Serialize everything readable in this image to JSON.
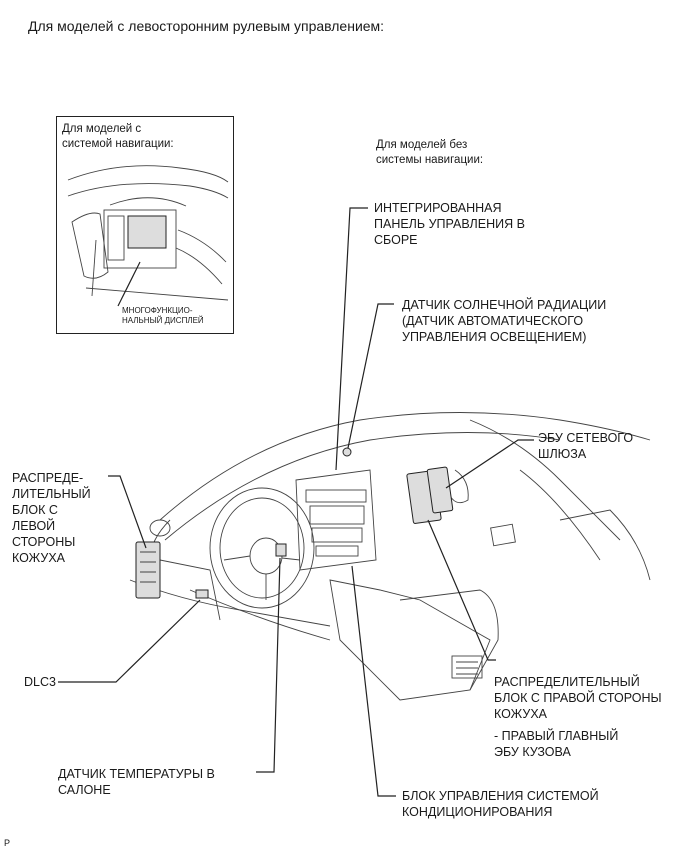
{
  "header": {
    "title": "Для моделей с левосторонним рулевым управлением:"
  },
  "inset": {
    "title": "Для моделей с\nсистемой навигации:",
    "display_label": "МНОГОФУНКЦИО-\nНАЛЬНЫЙ ДИСПЛЕЙ"
  },
  "no_nav_label": "Для моделей без\nсистемы навигации:",
  "callouts": {
    "integrated_panel": "ИНТЕГРИРОВАННАЯ\nПАНЕЛЬ УПРАВЛЕНИЯ В\nСБОРЕ",
    "solar_sensor": "ДАТЧИК СОЛНЕЧНОЙ РАДИАЦИИ\n(ДАТЧИК АВТОМАТИЧЕСКОГО\nУПРАВЛЕНИЯ ОСВЕЩЕНИЕМ)",
    "gateway_ecu": "ЭБУ СЕТЕВОГО\nШЛЮЗА",
    "left_junction": "РАСПРЕДЕ-\nЛИТЕЛЬНЫЙ\nБЛОК С\nЛЕВОЙ\nСТОРОНЫ\nКОЖУХА",
    "right_junction": "РАСПРЕДЕЛИТЕЛЬНЫЙ\nБЛОК С ПРАВОЙ СТОРОНЫ\nКОЖУХА",
    "right_body_ecu": "- ПРАВЫЙ ГЛАВНЫЙ\nЭБУ КУЗОВА",
    "dlc3": "DLC3",
    "cabin_temp": "ДАТЧИК ТЕМПЕРАТУРЫ В\nСАЛОНЕ",
    "ac_control": "БЛОК УПРАВЛЕНИЯ СИСТЕМОЙ\nКОНДИЦИОНИРОВАНИЯ"
  },
  "corner_mark": "P"
}
